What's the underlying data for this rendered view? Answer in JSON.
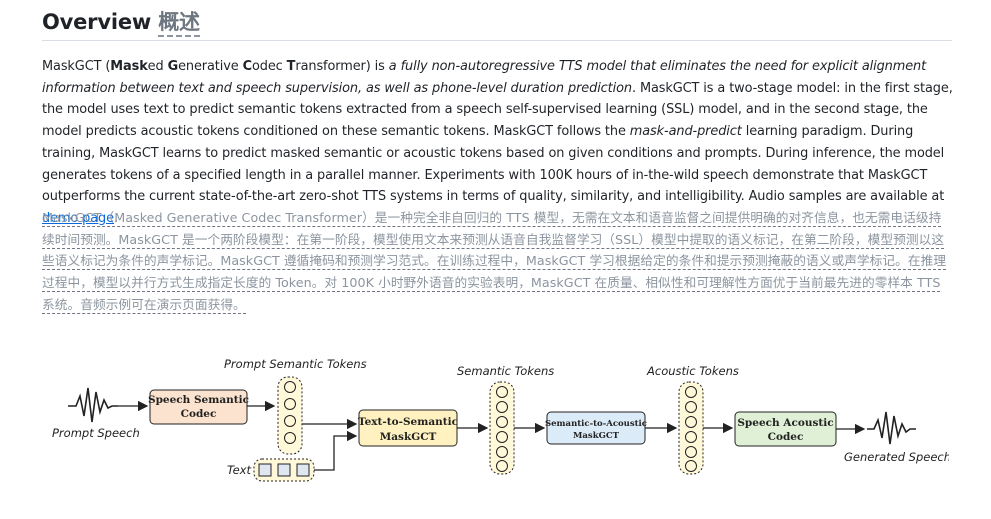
{
  "section": {
    "title_en": "Overview",
    "title_zh": "概述"
  },
  "paragraph": {
    "p1": "MaskGCT (",
    "b1": "Mask",
    "p2": "ed ",
    "b2": "G",
    "p3": "enerative ",
    "b3": "C",
    "p4": "odec ",
    "b4": "T",
    "p5": "ransformer) is ",
    "i1": "a fully non-autoregressive TTS model that eliminates the need for explicit alignment information between text and speech supervision, as well as phone-level duration prediction",
    "p6": ". MaskGCT is a two-stage model: in the first stage, the model uses text to predict semantic tokens extracted from a speech self-supervised learning (SSL) model, and in the second stage, the model predicts acoustic tokens conditioned on these semantic tokens. MaskGCT follows the ",
    "i2": "mask-and-predict",
    "p7": " learning paradigm. During training, MaskGCT learns to predict masked semantic or acoustic tokens based on given conditions and prompts. During inference, the model generates tokens of a specified length in a parallel manner. Experiments with 100K hours of in-the-wild speech demonstrate that MaskGCT outperforms the current state-of-the-art zero-shot TTS systems in terms of quality, similarity, and intelligibility. Audio samples are available at ",
    "link": "demo page",
    "p8": "."
  },
  "translation": "MaskGCT（Masked Generative Codec Transformer）是一种完全非自回归的 TTS 模型，无需在文本和语音监督之间提供明确的对齐信息，也无需电话级持续时间预测。MaskGCT 是一个两阶段模型：在第一阶段，模型使用文本来预测从语音自我监督学习（SSL）模型中提取的语义标记，在第二阶段，模型预测以这些语义标记为条件的声学标记。MaskGCT 遵循掩码和预测学习范式。在训练过程中，MaskGCT 学习根据给定的条件和提示预测掩蔽的语义或声学标记。在推理过程中，模型以并行方式生成指定长度的 Token。对 100K 小时野外语音的实验表明，MaskGCT 在质量、相似性和可理解性方面优于当前最先进的零样本 TTS 系统。音频示例可在演示页面获得。",
  "diagram": {
    "prompt_speech": "Prompt Speech",
    "speech_semantic_codec_1": "Speech Semantic",
    "speech_semantic_codec_2": "Codec",
    "prompt_semantic_tokens": "Prompt Semantic Tokens",
    "text_label": "Text",
    "t2s_1": "Text-to-Semantic",
    "t2s_2": "MaskGCT",
    "semantic_tokens": "Semantic Tokens",
    "s2a_1": "Semantic-to-Acoustic",
    "s2a_2": "MaskGCT",
    "acoustic_tokens": "Acoustic Tokens",
    "sac_1": "Speech Acoustic",
    "sac_2": "Codec",
    "generated_speech": "Generated Speech",
    "colors": {
      "speech_semantic_codec": "#fbe3cf",
      "t2s": "#fff2c0",
      "s2a": "#dcebf8",
      "sac": "#dff0d6",
      "tokens": "#fff8d9"
    }
  }
}
